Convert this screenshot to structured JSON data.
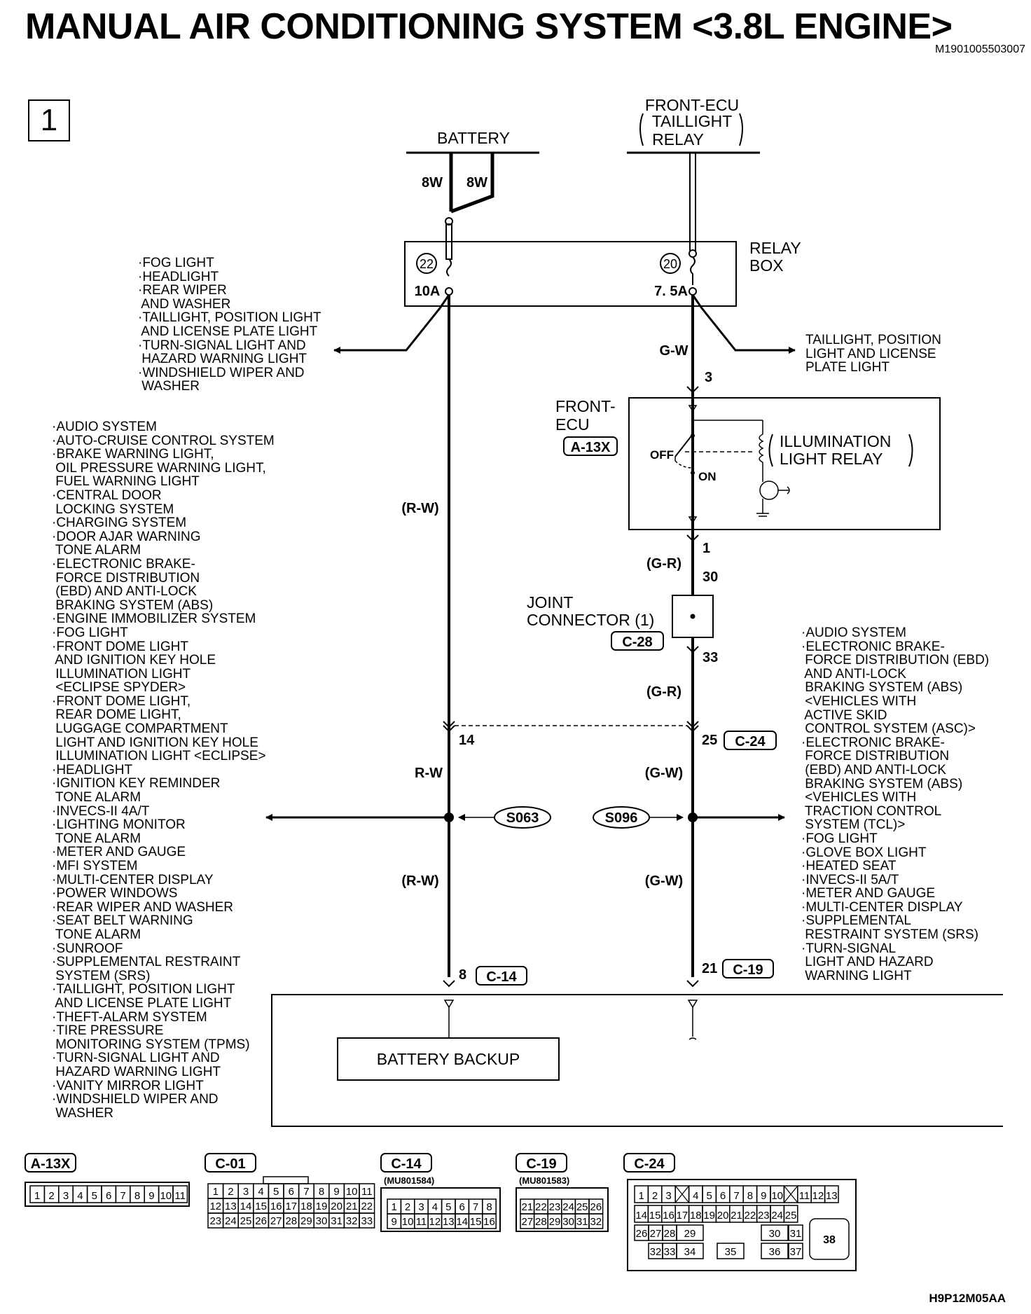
{
  "page": {
    "title": "MANUAL AIR CONDITIONING SYSTEM <3.8L ENGINE>",
    "doc_id": "M1901005503007",
    "page_number": "1",
    "footer_code": "H9P12M05AA"
  },
  "labels": {
    "battery": "BATTERY",
    "front_ecu_relay": [
      "FRONT-ECU",
      "TAILLIGHT",
      "RELAY"
    ],
    "relay_box": [
      "RELAY",
      "BOX"
    ],
    "fuse_22": "22",
    "fuse_20": "20",
    "amp_10a": "10A",
    "amp_75a": "7. 5A",
    "front_ecu": [
      "FRONT-",
      "ECU"
    ],
    "conn_a13x": "A-13X",
    "illum_relay": [
      "ILLUMINATION",
      "LIGHT RELAY"
    ],
    "off": "OFF",
    "on": "ON",
    "joint_connector": [
      "JOINT",
      "CONNECTOR (1)"
    ],
    "conn_c28": "C-28",
    "conn_c24": "C-24",
    "conn_c14": "C-14",
    "conn_c19": "C-19",
    "splice_s063": "S063",
    "splice_s096": "S096",
    "battery_backup": "BATTERY BACKUP"
  },
  "wires": {
    "w8w_left": "8W",
    "w8w_right": "8W",
    "gw_top": "G-W",
    "rw_paren_top": "(R-W)",
    "gr_paren_1": "(G-R)",
    "gr_paren_2": "(G-R)",
    "rw": "R-W",
    "gw_paren_1": "(G-W)",
    "rw_paren_bot": "(R-W)",
    "gw_paren_2": "(G-W)"
  },
  "pins": {
    "p3": "3",
    "p1": "1",
    "p30": "30",
    "p33": "33",
    "p14": "14",
    "p25": "25",
    "p8": "8",
    "p21": "21"
  },
  "lists": {
    "fuse22_loads": [
      "·FOG LIGHT",
      "·HEADLIGHT",
      "·REAR WIPER",
      " AND WASHER",
      "·TAILLIGHT, POSITION LIGHT",
      " AND LICENSE PLATE LIGHT",
      "·TURN-SIGNAL LIGHT AND",
      " HAZARD WARNING LIGHT",
      "·WINDSHIELD WIPER AND",
      " WASHER"
    ],
    "fuse20_loads": [
      "TAILLIGHT, POSITION",
      "LIGHT AND LICENSE",
      "PLATE LIGHT"
    ],
    "s063_loads": [
      "·AUDIO SYSTEM",
      "·AUTO-CRUISE CONTROL SYSTEM",
      "·BRAKE WARNING LIGHT,",
      " OIL PRESSURE WARNING LIGHT,",
      " FUEL WARNING LIGHT",
      "·CENTRAL DOOR",
      " LOCKING SYSTEM",
      "·CHARGING SYSTEM",
      "·DOOR AJAR WARNING",
      " TONE ALARM",
      "·ELECTRONIC BRAKE-",
      " FORCE DISTRIBUTION",
      " (EBD) AND ANTI-LOCK",
      " BRAKING SYSTEM (ABS)",
      "·ENGINE IMMOBILIZER SYSTEM",
      "·FOG LIGHT",
      "·FRONT DOME LIGHT",
      " AND IGNITION KEY HOLE",
      " ILLUMINATION LIGHT",
      " <ECLIPSE SPYDER>",
      "·FRONT DOME LIGHT,",
      " REAR DOME LIGHT,",
      " LUGGAGE COMPARTMENT",
      " LIGHT AND IGNITION KEY HOLE",
      " ILLUMINATION LIGHT <ECLIPSE>",
      "·HEADLIGHT",
      "·IGNITION KEY REMINDER",
      " TONE ALARM",
      "·INVECS-II 4A/T",
      "·LIGHTING MONITOR",
      " TONE ALARM",
      "·METER AND GAUGE",
      "·MFI SYSTEM",
      "·MULTI-CENTER DISPLAY",
      "·POWER WINDOWS",
      "·REAR WIPER AND WASHER",
      "·SEAT BELT WARNING",
      " TONE ALARM",
      "·SUNROOF",
      "·SUPPLEMENTAL RESTRAINT",
      " SYSTEM (SRS)",
      "·TAILLIGHT, POSITION LIGHT",
      " AND LICENSE PLATE LIGHT",
      "·THEFT-ALARM SYSTEM",
      "·TIRE PRESSURE",
      " MONITORING SYSTEM (TPMS)",
      "·TURN-SIGNAL LIGHT AND",
      " HAZARD WARNING LIGHT",
      "·VANITY MIRROR LIGHT",
      "·WINDSHIELD WIPER AND",
      " WASHER"
    ],
    "s096_loads": [
      "·AUDIO SYSTEM",
      "·ELECTRONIC BRAKE-",
      " FORCE DISTRIBUTION (EBD)",
      " AND ANTI-LOCK",
      " BRAKING SYSTEM (ABS)",
      " <VEHICLES WITH",
      " ACTIVE SKID",
      " CONTROL SYSTEM (ASC)>",
      "·ELECTRONIC BRAKE-",
      " FORCE DISTRIBUTION",
      " (EBD) AND ANTI-LOCK",
      " BRAKING SYSTEM (ABS)",
      " <VEHICLES WITH",
      " TRACTION CONTROL",
      " SYSTEM (TCL)>",
      "·FOG LIGHT",
      "·GLOVE BOX LIGHT",
      "·HEATED SEAT",
      "·INVECS-II 5A/T",
      "·METER AND GAUGE",
      "·MULTI-CENTER DISPLAY",
      "·SUPPLEMENTAL",
      " RESTRAINT SYSTEM (SRS)",
      "·TURN-SIGNAL",
      " LIGHT AND HAZARD",
      " WARNING LIGHT"
    ]
  },
  "connectors": {
    "a13x": {
      "name": "A-13X",
      "pins": [
        "1",
        "2",
        "3",
        "4",
        "5",
        "6",
        "7",
        "8",
        "9",
        "10",
        "11"
      ]
    },
    "c01": {
      "name": "C-01",
      "rows": [
        [
          "1",
          "2",
          "3",
          "4",
          "5",
          "6",
          "7",
          "8",
          "9",
          "10",
          "11"
        ],
        [
          "12",
          "13",
          "14",
          "15",
          "16",
          "17",
          "18",
          "19",
          "20",
          "21",
          "22"
        ],
        [
          "23",
          "24",
          "25",
          "26",
          "27",
          "28",
          "29",
          "30",
          "31",
          "32",
          "33"
        ]
      ]
    },
    "c14": {
      "name": "C-14",
      "part": "(MU801584)",
      "rows": [
        [
          "1",
          "2",
          "3",
          "4",
          "5",
          "6",
          "7",
          "8"
        ],
        [
          "9",
          "10",
          "11",
          "12",
          "13",
          "14",
          "15",
          "16"
        ]
      ]
    },
    "c19": {
      "name": "C-19",
      "part": "(MU801583)",
      "rows": [
        [
          "21",
          "22",
          "23",
          "24",
          "25",
          "26"
        ],
        [
          "27",
          "28",
          "29",
          "30",
          "31",
          "32"
        ]
      ]
    },
    "c24": {
      "name": "C-24",
      "row1": [
        "1",
        "2",
        "3",
        "X",
        "4",
        "5",
        "6",
        "7",
        "8",
        "9",
        "10",
        "X",
        "11",
        "12",
        "13"
      ],
      "row2": [
        "14",
        "15",
        "16",
        "17",
        "18",
        "19",
        "20",
        "21",
        "22",
        "23",
        "24",
        "25"
      ],
      "row3": [
        "26",
        "27",
        "28",
        "29",
        "30",
        "31"
      ],
      "row4": [
        "32",
        "33",
        "34",
        "35",
        "36",
        "37"
      ],
      "big": "38"
    }
  }
}
